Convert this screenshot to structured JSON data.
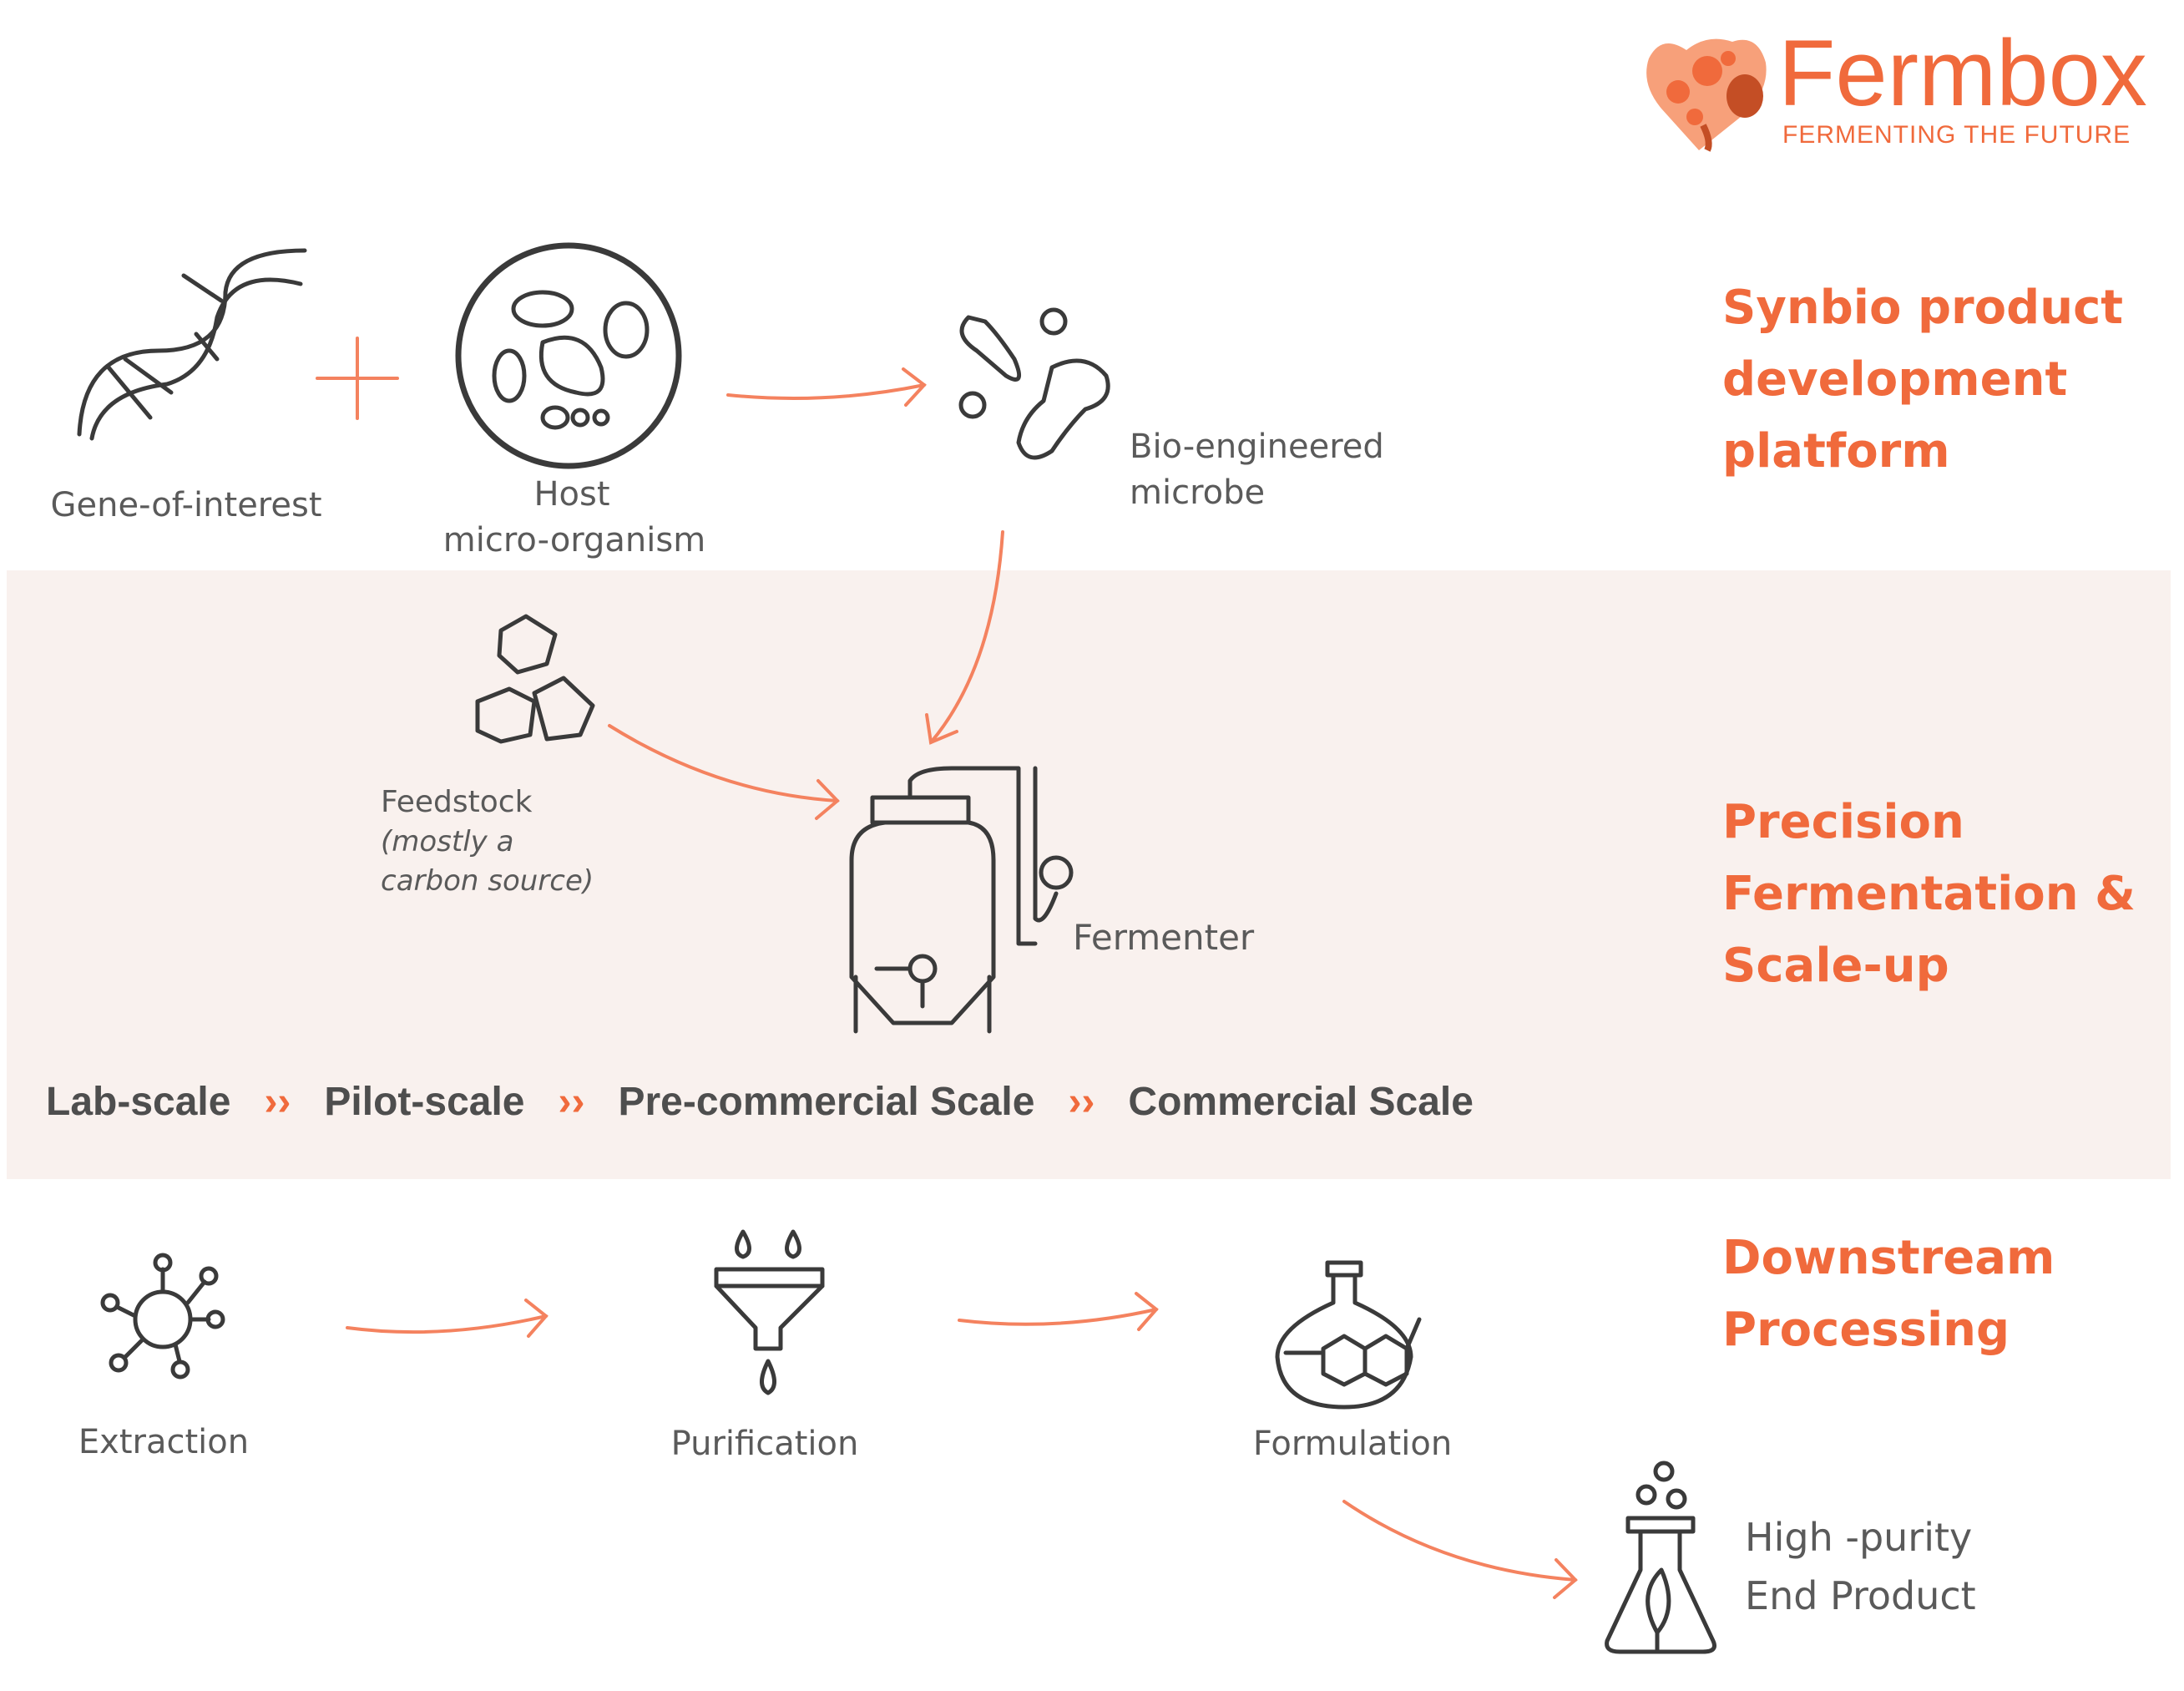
{
  "logo": {
    "name": "Fermbox",
    "tagline": "FERMENTING THE FUTURE"
  },
  "sections": {
    "synbio": [
      "Synbio product",
      "development",
      "platform"
    ],
    "fermentation": [
      "Precision",
      "Fermentation &",
      "Scale-up"
    ],
    "downstream": [
      "Downstream",
      "Processing"
    ]
  },
  "labels": {
    "gene": "Gene-of-interest",
    "host": [
      "Host",
      "micro-organism"
    ],
    "microbe": [
      "Bio-engineered",
      "microbe"
    ],
    "feedstock": [
      "Feedstock",
      "(mostly a",
      "carbon source)"
    ],
    "fermenter": "Fermenter",
    "extraction": "Extraction",
    "purification": "Purification",
    "formulation": "Formulation",
    "product": [
      "High -purity",
      "End Product"
    ]
  },
  "scales": [
    "Lab-scale",
    "Pilot-scale",
    "Pre-commercial Scale",
    "Commercial Scale"
  ],
  "separator": "››",
  "colors": {
    "accent": "#f06a3c",
    "arrow": "#f4825f",
    "band": "#f9f1ee",
    "text": "#5a5a5a",
    "icon": "#333333"
  }
}
